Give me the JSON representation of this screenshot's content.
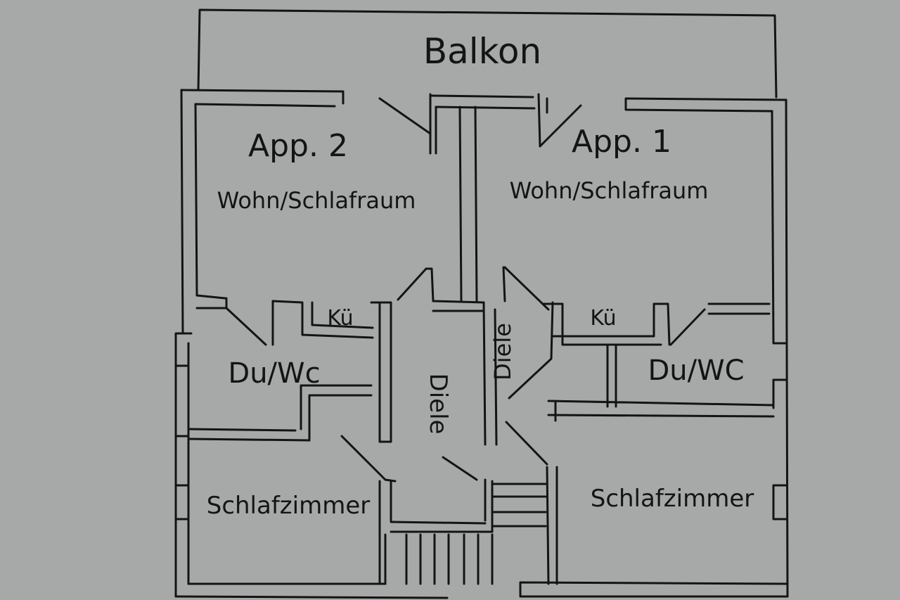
{
  "plan": {
    "labels": {
      "balcony": "Balkon",
      "app2_title": "App. 2",
      "app2_room": "Wohn/Schlafraum",
      "app1_title": "App. 1",
      "app1_room": "Wohn/Schlafraum",
      "kitchen_left": "Kü",
      "kitchen_right": "Kü",
      "bath_left": "Du/Wc",
      "bath_right": "Du/WC",
      "hall_left": "Diele",
      "hall_right": "Diele",
      "bedroom_left": "Schlafzimmer",
      "bedroom_right": "Schlafzimmer"
    },
    "colors": {
      "paper": "#a7a9a9",
      "ink": "#141414"
    }
  }
}
